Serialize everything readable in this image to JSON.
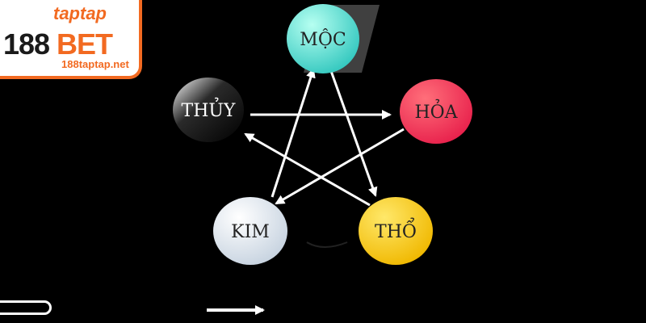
{
  "logo": {
    "top_text": "taptap",
    "brand_number": "188",
    "brand_word": "BET",
    "site": "188taptap.net"
  },
  "elements": [
    {
      "id": "moc",
      "label": "MỘC",
      "colors": [
        "#b6fff1",
        "#34c8bf"
      ]
    },
    {
      "id": "hoa",
      "label": "HỎA",
      "colors": [
        "#ff6f7a",
        "#e8214c"
      ]
    },
    {
      "id": "tho",
      "label": "THỔ",
      "colors": [
        "#ffe86a",
        "#f0b800"
      ]
    },
    {
      "id": "kim",
      "label": "KIM",
      "colors": [
        "#ffffff",
        "#c7d3e0"
      ]
    },
    {
      "id": "thuy",
      "label": "THỦY",
      "colors": [
        "#5a5a5a",
        "#0a0a0a"
      ]
    }
  ],
  "arrows": [
    {
      "from": "thuy",
      "to": "hoa"
    },
    {
      "from": "hoa",
      "to": "kim"
    },
    {
      "from": "kim",
      "to": "moc"
    },
    {
      "from": "moc",
      "to": "tho"
    },
    {
      "from": "tho",
      "to": "thuy"
    }
  ]
}
